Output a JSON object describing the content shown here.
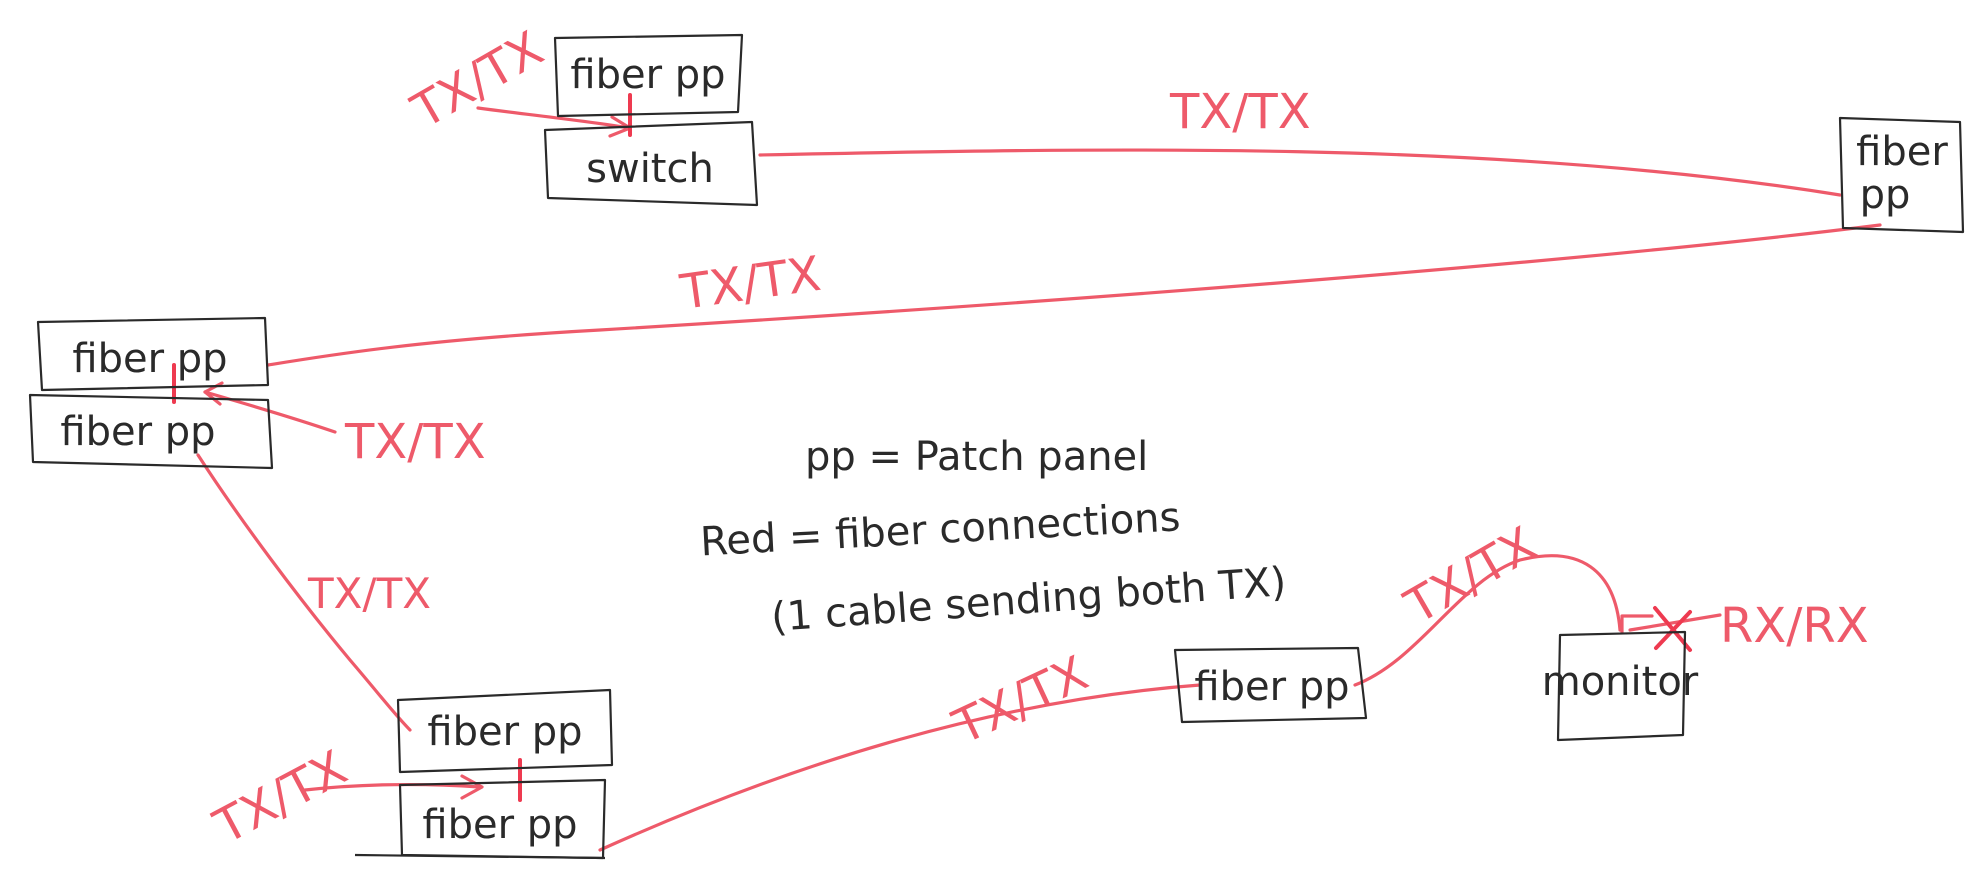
{
  "nodes": {
    "fiber_pp_top": "fiber pp",
    "switch": "switch",
    "fiber_pp_right": [
      "fiber",
      "pp"
    ],
    "fiber_pp_left_upper": "fiber pp",
    "fiber_pp_left_lower": "fiber pp",
    "fiber_pp_bottom_upper": "fiber pp",
    "fiber_pp_bottom_lower": "fiber pp",
    "fiber_pp_mid": "fiber pp",
    "monitor": "monitor"
  },
  "links": {
    "tx_tx": "TX/TX",
    "rx_rx": "RX/RX"
  },
  "legend": {
    "line1": "pp = Patch panel",
    "line2": "Red = fiber connections",
    "line3": "(1 cable sending both TX)"
  },
  "colors": {
    "fiber": "#ee5a6a",
    "ink": "#2a2a2a"
  }
}
